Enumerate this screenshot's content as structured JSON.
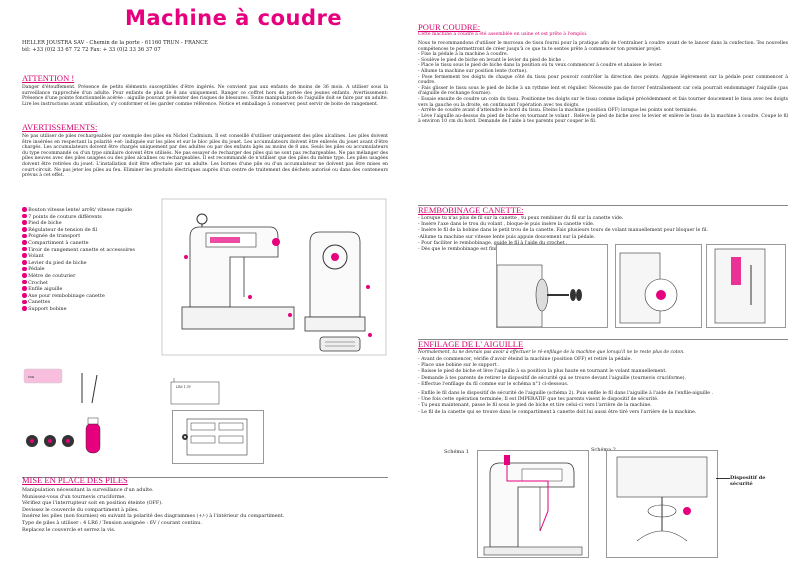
{
  "title": "Machine à coudre",
  "address": [
    "HELLER JOUSTRA SAV - Chemin de la porte - 61160 TRUN - FRANCE",
    "tél: +33 (0)2 33 67 72 72    Fax: + 33 (0)2 33 36 37 07"
  ],
  "attention": {
    "heading": "ATTENTION !",
    "text": "Danger d'étouffement. Présence de petits éléments susceptibles d'être ingérés. Ne convient pas aux enfants de moins de 36 mois. A utiliser sous la surveillance rapprochée d'un adulte. Pour enfants de plus de 8 ans uniquement. Ranger ce coffret hors de portée des jeunes enfants. Avertissement: Présence d'une pointe fonctionnelle acérée : aiguille pouvant présenter des risques de blessures. Toute manipulation de l'aiguille doit se faire par un adulte. Lire les instructions avant utilisation, s'y conformer et les garder comme référence. Notice et emballage à conserver, peut servir de boite de rangement."
  },
  "avertissements": {
    "heading": "AVERTISSEMENTS:",
    "text": "Ne pas utiliser de piles rechargeables par exemple des piles en Nickel Cadmium. Il est conseillé d'utiliser uniquement des piles alcalines. Les piles doivent être insérées en respectant la polarité +et- indiquée sur les piles et sur le bloc piles du jouet. Les accumulateurs doivent être enlevés du jouet avant d'être chargés. Les accumulateurs doivent être chargés uniquement par des adultes ou par des enfants âgés au moins de 8 ans. Seuls les piles ou accumulateurs du type recommandé ou d'un type similaire doivent être utilisés. Ne pas essayer de recharger des piles qui ne sont pas rechargeables. Ne pas mélanger des piles neuves avec des piles usagées ou des piles alcalines ou rechargeables. Il est recommandé de n'utiliser que des piles du même type. Les piles usagées doivent être retirées du jouet. L'installation doit être effectuée par un adulte. Les bornes d'une pile ou d'un accumulateur ne doivent pas être mises en court-circuit. Ne pas jeter les piles au feu. Eliminer les produits électriques auprès d'un centre de traitement des déchets autorisé ou dans des conteneurs prévus à cet effet."
  },
  "parts": [
    "Bouton vitesse lente/ arrêt/ vitesse rapide",
    "7 points de couture différents",
    "Pied de biche",
    "Régulateur de tension de fil",
    "Poignée de transport",
    "Compartiment à canette",
    "Tiroir de rangement canette et accessoires",
    "Volant",
    "Levier du pied de biche",
    "Pédale",
    "Mètre de couturier",
    "Crochet",
    "Enfile aiguille",
    "Axe pour rembobinage canette",
    "Canettes",
    "Support bobine"
  ],
  "battery_label": "LR6 1.5V",
  "mise_en_place": {
    "heading": "MISE EN PLACE DES PILES",
    "lines": [
      "Manipulation nécessitant la surveillance d'un adulte.",
      "Munissez-vous d'un tournevis cruciforme.",
      "Vérifiez que l'interrupteur    soit en position éteinte (OFF).",
      "Devissez le couvercle du compartiment à piles.",
      "Insérez les piles (non fournies) en suivant la polarité des diagrammes (+/-) à l'intérieur du compartiment.",
      "Type de piles à utiliser : 4 LR6 / Tension assignée : 6V / courant continu.",
      "Replacez le couvercle et serrez la vis."
    ]
  },
  "pour_coudre": {
    "heading": "POUR COUDRE:",
    "subheading": "Cette machine à coudre a été assemblée en usine et est prête à l'emploi.",
    "lines": [
      "Nous te recommandons d'utiliser le morceau de tissu fourni pour la pratique afin de t'entraîner à coudre avant de te lancer dans la confection. Tes nouvelles compétences te permettront de créer jusqu'à ce que tu te sentes prête à commencer ton premier projet.",
      "- Fixe la pédale    à la machine à coudre.",
      "- Soulève le pied de biche    en levant le levier du pied de biche   .",
      "- Place le tissu sous le pied de biche dans la position où tu veux commencer à coudre et abaisse le levier.",
      "- Allume ta machine sur position lente    (tortue).",
      "- Pose fermement tes doigts de chaque côté du tissu pour pouvoir contrôler la direction des points. Appuie légèrement sur la pédale    pour commencer à coudre.",
      "- Fais glisser le tissu sous le pied de biche    à un rythme lent et régulier. Nécessite pas de forcer l'entraînement car cela pourrait endommager l'aiguille (pas d'aiguille de rechange fournie).",
      "- Essaie ensuite de coudre un coin du tissu. Positionne tes doigts sur le tissu comme indiqué précédemment et fais tourner doucement le tissu avec tes doigts vers la gauche ou la droite, en continuant l'opération avec tes doigts.",
      "- Arrête de coudre avant d'atteindre le bord du tissu. Eteins la machine (position OFF) lorsque les points sont terminés.",
      "- Lève l'aiguille au-dessus du pied de biche    en tournant le volant   . Relève le pied de biche avec le levier    et enlève le tissu de la machine à coudre. Coupe le fil à environ 10 cm du bord. Demande de l'aide à tes parents pour couper le fil."
    ]
  },
  "rembobinage": {
    "heading": "REMBOBINAGE CANETTE:",
    "lines": [
      "- Lorsque tu n'as plus de fil sur la canette    , tu peux rembiner du fil sur la canette vide.",
      "- Insère l'axe    dans le trou du volant   , bloque-le puis insère la canette vide.",
      "- Insère le fil de la bobine dans le petit trou de la canette. Fais plusieurs tours de volant manuellement pour bloquer le fil.",
      "-Allume ta machine sur vitesse lente    puis appuie doucement sur la pédale.",
      "- Pour faciliter le rembobinage, guide le fil à l'aide du crochet   .",
      "- Dès que le rembobinage est fini, éteins la machine (position OFF)."
    ]
  },
  "enfilage": {
    "heading": "ENFILAGE DE L' AIGUILLE",
    "subheading": "Normalement, tu ne devrais pas avoir à effectuer le ré-enfilage de la machine que lorsqu'il ne te reste plus de coton.",
    "lines": [
      "- Avant de commencer, vérifie d'avoir éteind la machine (position OFF) et retiré la pédale.",
      "- Place une bobine sur le support   .",
      "- Baisse le pied de biche    et lève l'aiguille à sa position la plus haute en tournant le volant    manuellement.",
      "- Demande à tes parents de retirer le dispositif  de sécurité qui se trouve devant l'aiguille (tournevis cruciforme).",
      "- Effectue l'enfilage du fil comme sur le schéma n°1 ci-dessous.",
      "- Enfile le fil dans le dispositif de sécurité de l'aiguille (schéma 2). Puis enfile le fil dans l'aiguille à l'aide de l'enfile-aiguille   .",
      "- Une fois cette opération terminée, Il est IMPERATIF que tes parents visent le dispositif de sécurité.",
      "- Tu peux maintenant, passe le fil sous le pied de biche et tire celui-ci vers l'arrière de la machine.",
      "- Le fil de la canette qui se trouve dans le compartiment à canette    doit lui aussi être tiré vers l'arrière de la machine."
    ]
  },
  "schema1_label": "Schéma 1",
  "schema2_label": "Schéma 2",
  "dispositif_label": "Dispositif de sécurité",
  "colors": {
    "accent": "#e6007e",
    "heading": "#d6006e"
  }
}
